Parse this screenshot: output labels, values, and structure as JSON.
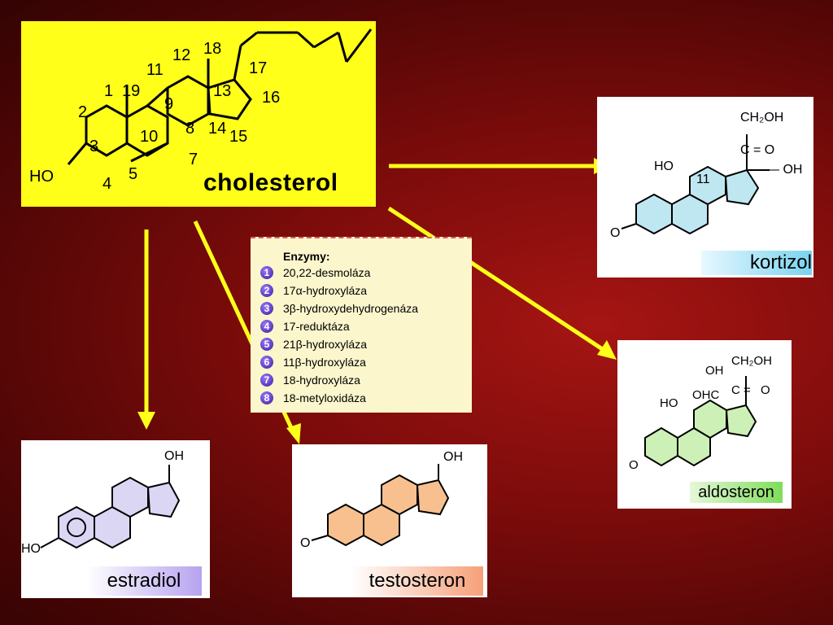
{
  "molecules": {
    "cholesterol": {
      "name": "cholesterol",
      "atom_labels": [
        "1",
        "2",
        "3",
        "4",
        "5",
        "7",
        "8",
        "9",
        "10",
        "11",
        "12",
        "13",
        "14",
        "15",
        "16",
        "17",
        "18",
        "19"
      ],
      "substituent": "HO"
    },
    "kortizol": {
      "name": "kortizol",
      "labels": [
        "CH₂OH",
        "C = O",
        "HO",
        "— OH",
        "11",
        "O"
      ]
    },
    "aldosteron": {
      "name": "aldosteron",
      "labels": [
        "CH₂OH",
        "OH",
        "HO",
        "OHC",
        "C =",
        "O",
        "O"
      ]
    },
    "estradiol": {
      "name": "estradiol",
      "labels": [
        "OH",
        "HO"
      ]
    },
    "testosteron": {
      "name": "testosteron",
      "labels": [
        "OH",
        "O"
      ]
    }
  },
  "enzymes": {
    "title": "Enzymy:",
    "items": [
      {
        "num": "1",
        "name": "20,22-desmoláza"
      },
      {
        "num": "2",
        "name": "17α-hydroxyláza"
      },
      {
        "num": "3",
        "name": "3β-hydroxydehydrogenáza"
      },
      {
        "num": "4",
        "name": "17-reduktáza"
      },
      {
        "num": "5",
        "name": "21β-hydroxyláza"
      },
      {
        "num": "6",
        "name": "11β-hydroxyláza"
      },
      {
        "num": "7",
        "name": "18-hydroxyláza"
      },
      {
        "num": "8",
        "name": "18-metyloxidáza"
      }
    ]
  },
  "colors": {
    "arrow": "#ffff1a",
    "cholesterol_bg": "#ffff1a",
    "kortizol_ring": "#bfe7f2",
    "aldosteron_ring": "#cdf0b6",
    "estradiol_ring": "#dcd6f5",
    "testosteron_ring": "#f7c08e"
  }
}
